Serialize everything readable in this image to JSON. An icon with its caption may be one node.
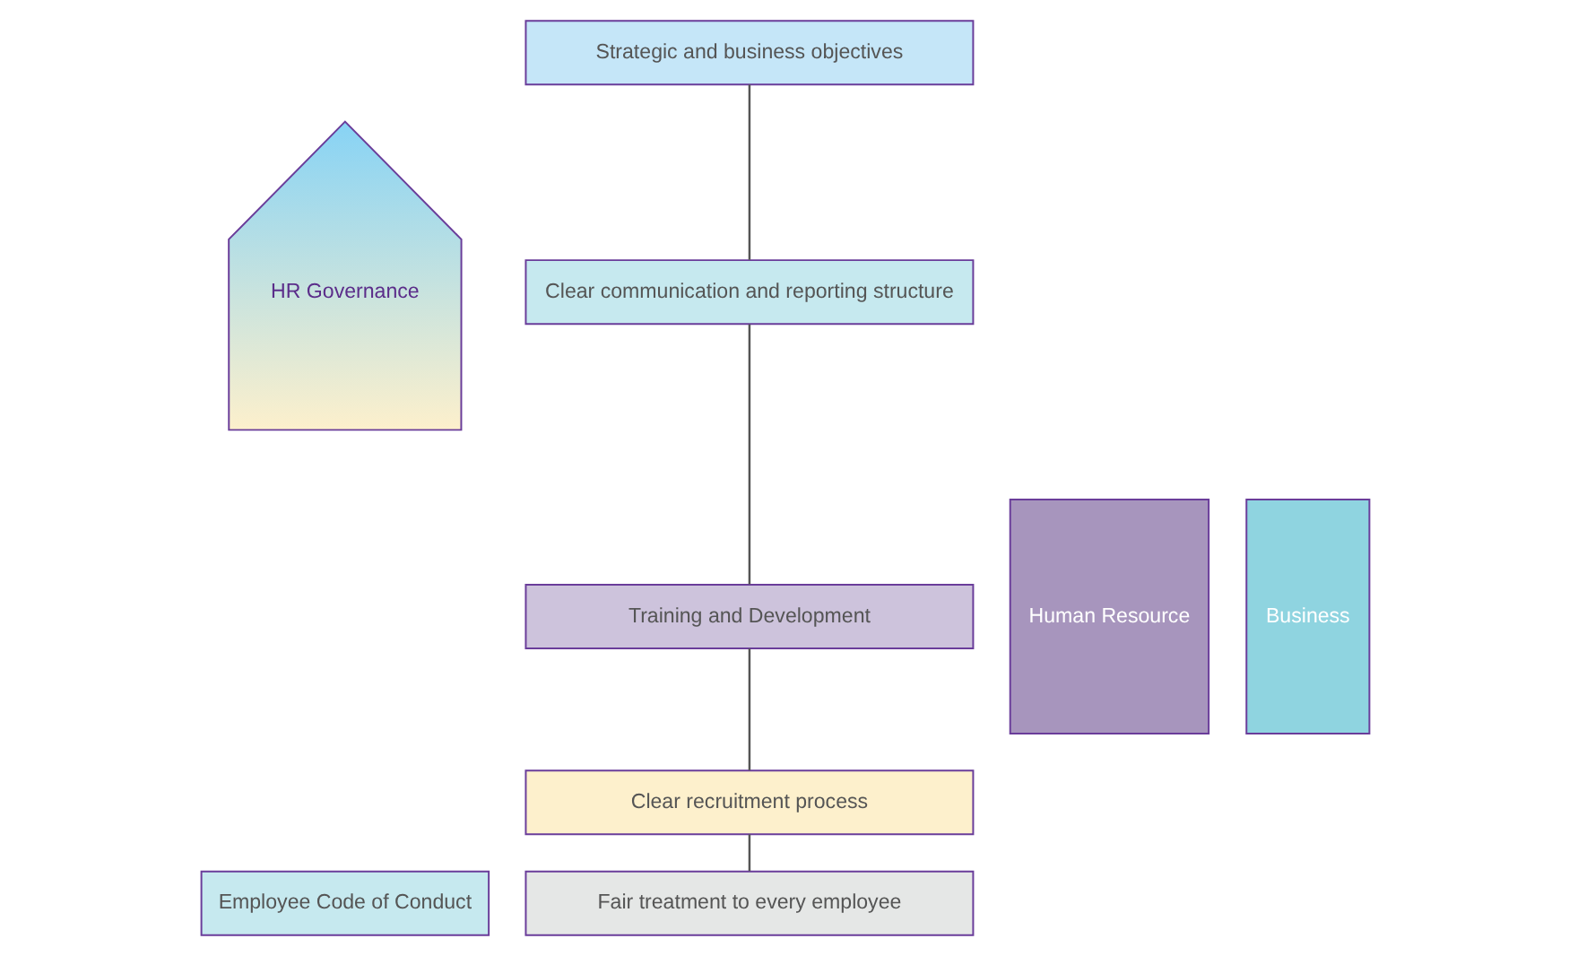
{
  "diagram": {
    "nodes": [
      {
        "text": [
          "HR Governance"
        ]
      },
      {
        "text": [
          "Strategic and business objectives"
        ]
      },
      {
        "text": [
          "Clear communication and reporting structure"
        ]
      },
      {
        "text": [
          "Training and Development"
        ]
      },
      {
        "text": [
          "Clear recruitment process"
        ]
      },
      {
        "text": [
          "Fair treatment to every employee"
        ]
      },
      {
        "text": [
          "Employee Code of Conduct"
        ]
      },
      {
        "text": [
          "Human Resource"
        ]
      },
      {
        "text": [
          "Business"
        ]
      }
    ],
    "edges": [
      {
        "from": 1,
        "to": 2,
        "arrow": "none"
      },
      {
        "from": 2,
        "to": 3,
        "arrow": "none"
      },
      {
        "from": 3,
        "to": 4,
        "arrow": "none"
      },
      {
        "from": 4,
        "to": 5,
        "arrow": "none"
      }
    ]
  }
}
